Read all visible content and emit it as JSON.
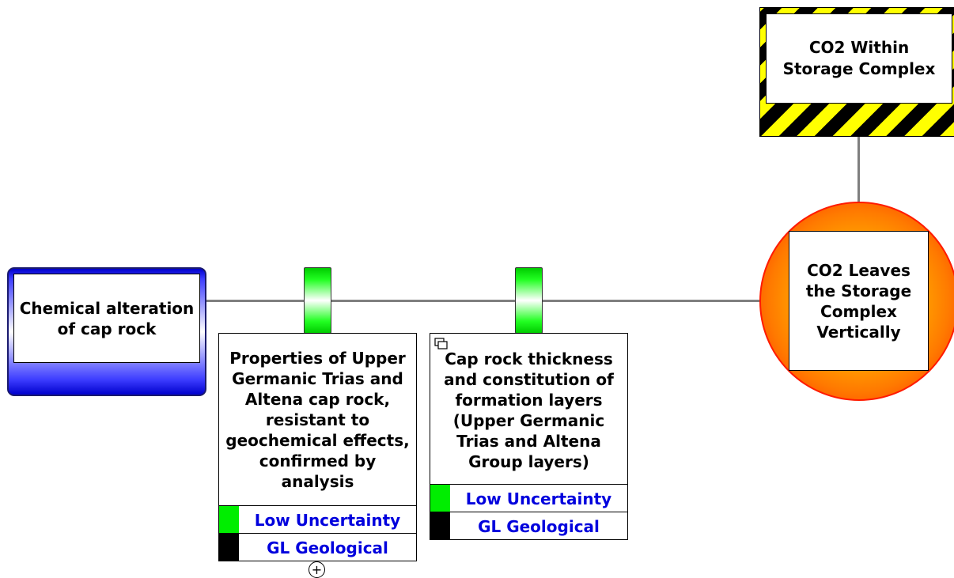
{
  "hazard": {
    "title": "CO2 Within Storage Complex"
  },
  "top_event": {
    "title": "CO2 Leaves the Storage Complex Vertically"
  },
  "threat": {
    "title": "Chemical alteration of cap rock"
  },
  "barriers": [
    {
      "title": "Properties of Upper Germanic Trias and Altena cap rock, resistant to geochemical effects, confirmed by analysis",
      "effectiveness": "Low Uncertainty",
      "effectiveness_color": "#00ee00",
      "category": "GL Geological",
      "category_color": "#000000"
    },
    {
      "title": "Cap rock thickness and constitution of formation layers (Upper Germanic Trias and Altena Group layers)",
      "effectiveness": "Low Uncertainty",
      "effectiveness_color": "#00ee00",
      "category": "GL Geological",
      "category_color": "#000000"
    }
  ],
  "icons": {
    "expand": "plus-circle-icon",
    "linked": "linked-copy-icon",
    "expand_glyph": "+"
  },
  "colors": {
    "threat": "#0000cc",
    "hazard_stripes": [
      "#ffff00",
      "#000000"
    ],
    "top_event": "#ff7a00",
    "label_text": "#0000dd",
    "connector": "#7f7f7f"
  }
}
